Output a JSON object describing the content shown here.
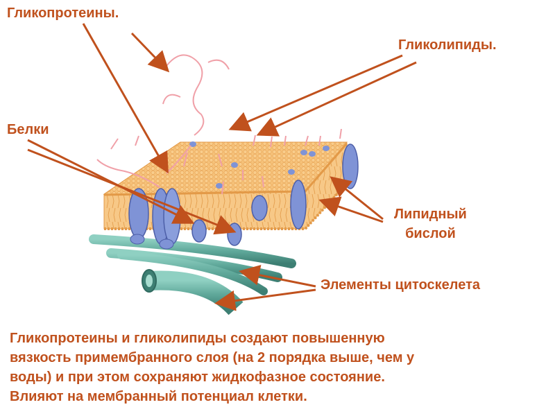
{
  "labels": {
    "glycoproteins": "Гликопротеины.",
    "glycolipids": "Гликолипиды.",
    "proteins": "Белки",
    "bilayer_line1": "Липидный",
    "bilayer_line2": "бислой",
    "cytoskeleton": "Элементы цитоскелета"
  },
  "caption": {
    "line1": "Гликопротеины и гликолипиды создают повышенную",
    "line2": "вязкость примембранного слоя (на 2 порядка выше, чем у",
    "line3": "воды) и при этом сохраняют жидкофазное состояние.",
    "line4": "Влияют на мембранный потенциал клетки."
  },
  "colors": {
    "label_text": "#c0511d",
    "arrow": "#c0511d",
    "lipid_top": "#f6c27a",
    "lipid_side": "#f3b35e",
    "protein": "#7f93d6",
    "carbohydrate": "#f0a0a8",
    "cytoskeleton": "#5fa89a"
  },
  "icons": {
    "arrows": "arrow-icon",
    "carbohydrate_chain": "carbohydrate-chain-icon"
  }
}
